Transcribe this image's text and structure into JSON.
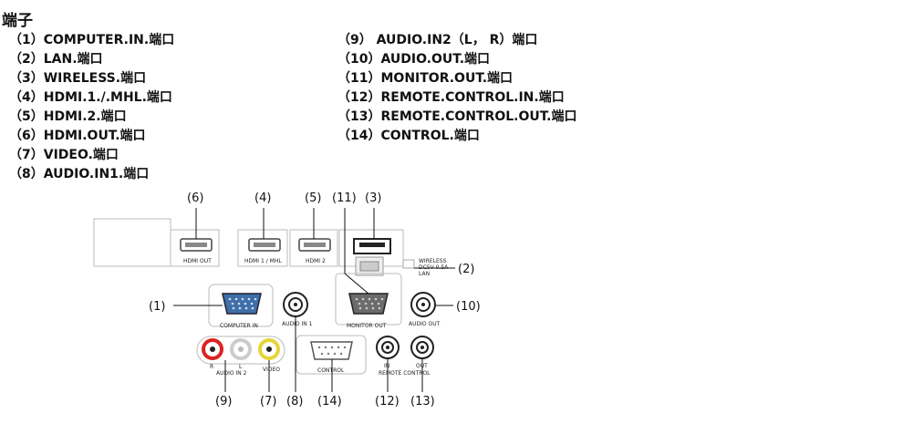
{
  "title": "端子",
  "left_list": [
    "（1）COMPUTER.IN.端口",
    "（2）LAN.端口",
    "（3）WIRELESS.端口",
    "（4）HDMI.1./.MHL.端口",
    "（5）HDMI.2.端口",
    "（6）HDMI.OUT.端口",
    "（7）VIDEO.端口",
    "（8）AUDIO.IN1.端口"
  ],
  "right_list": [
    "（9） AUDIO.IN2（L， R）端口",
    "（10）AUDIO.OUT.端口",
    "（11）MONITOR.OUT.端口",
    "（12）REMOTE.CONTROL.IN.端口",
    "（13）REMOTE.CONTROL.OUT.端口",
    "（14）CONTROL.端口"
  ],
  "callouts": {
    "c1": "(1)",
    "c2": "(2)",
    "c3": "(3)",
    "c4": "(4)",
    "c5": "(5)",
    "c6": "(6)",
    "c7": "(7)",
    "c8": "(8)",
    "c9": "(9)",
    "c10": "(10)",
    "c11": "(11)",
    "c12": "(12)",
    "c13": "(13)",
    "c14": "(14)"
  },
  "panel_labels": {
    "hdmi_out": "HDMI OUT",
    "hdmi1": "HDMI 1 / MHL",
    "hdmi2": "HDMI 2",
    "wireless": "WIRELESS",
    "dc": "DC5V 0.5A",
    "lan": "LAN",
    "computer_in": "COMPUTER IN",
    "audio_in1": "AUDIO IN 1",
    "monitor_out": "MONITOR OUT",
    "audio_out": "AUDIO OUT",
    "r": "R",
    "l": "L",
    "audio_in2": "AUDIO IN 2",
    "video": "VIDEO",
    "control": "CONTROL",
    "in": "IN",
    "out": "OUT",
    "remote_control": "REMOTE CONTROL"
  }
}
